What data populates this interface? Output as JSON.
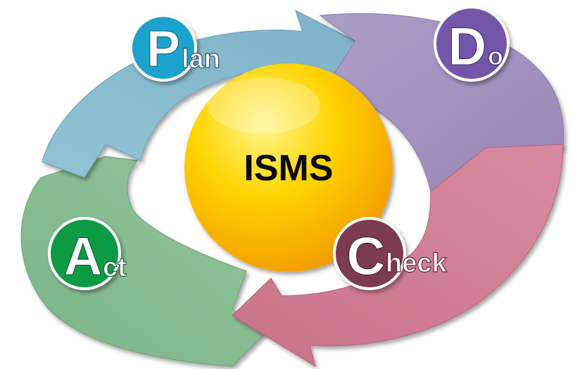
{
  "center": {
    "label": "ISMS",
    "colors": {
      "highlight": "#fff68a",
      "mid": "#ffd400",
      "edge": "#f29a00"
    }
  },
  "phases": [
    {
      "key": "plan",
      "initial": "P",
      "rest": "lan",
      "color": "#8bbdd0",
      "circle": "#1aa3cd"
    },
    {
      "key": "do",
      "initial": "D",
      "rest": "o",
      "color": "#a596c0",
      "circle": "#7356aa"
    },
    {
      "key": "check",
      "initial": "C",
      "rest": "heck",
      "color": "#d28094",
      "circle": "#7d3a50"
    },
    {
      "key": "act",
      "initial": "A",
      "rest": "ct",
      "color": "#86bd90",
      "circle": "#119a45"
    }
  ]
}
